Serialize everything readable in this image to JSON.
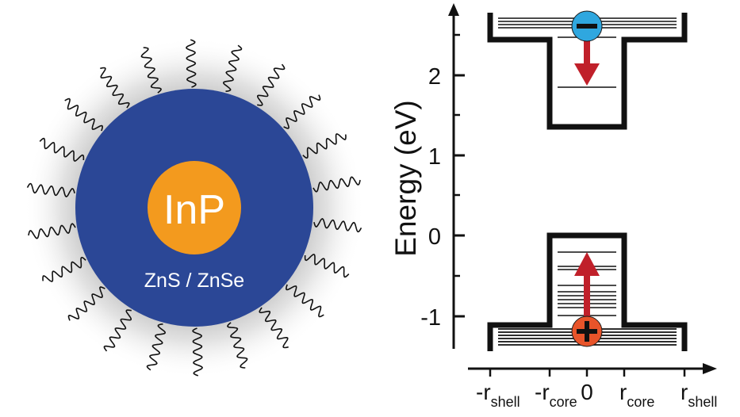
{
  "nanocrystal": {
    "core_label": "InP",
    "shell_label": "ZnS / ZnSe",
    "core_color": "#F39A1E",
    "shell_color": "#2B4796",
    "ligand_color": "#111111",
    "halo_color": "#9a9a9a"
  },
  "energy_diagram": {
    "y_axis_label": "Energy (eV)",
    "y_ticks": [
      "2",
      "1",
      "0",
      "-1"
    ],
    "x_ticks": [
      {
        "main": "-r",
        "sub": "shell"
      },
      {
        "main": "-r",
        "sub": "core"
      },
      {
        "main": "0",
        "sub": ""
      },
      {
        "main": "r",
        "sub": "core"
      },
      {
        "main": "r",
        "sub": "shell"
      }
    ],
    "electron_symbol": "−",
    "hole_symbol": "+",
    "electron_color": "#2FA7DF",
    "hole_color": "#E8542A",
    "arrow_color": "#C0202A"
  }
}
